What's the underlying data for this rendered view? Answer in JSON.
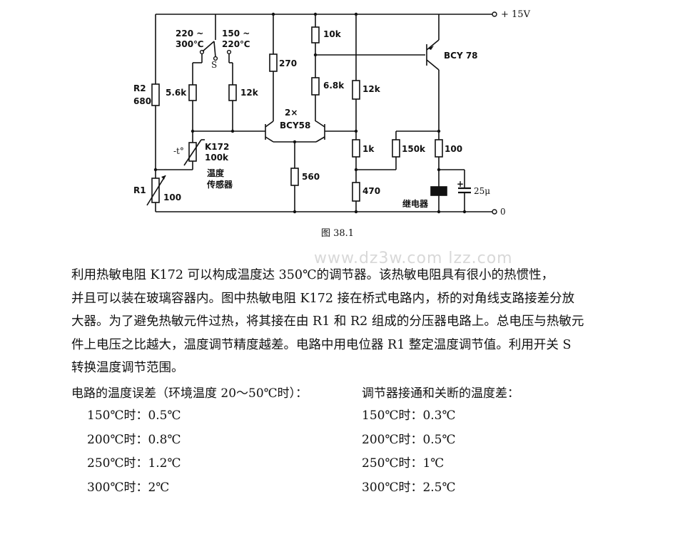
{
  "circuit": {
    "supply_label": "+ 15V",
    "ground_label": "0",
    "figure_caption": "图 38.1",
    "switch_label": "S",
    "switch_pos1_line1": "220 ~",
    "switch_pos1_line2": "300℃",
    "switch_pos2_line1": "150 ~",
    "switch_pos2_line2": "220℃",
    "r2_name": "R2",
    "r2_value": "680",
    "r1_name": "R1",
    "r1_value": "100",
    "res_5_6k": "5.6k",
    "res_12k_a": "12k",
    "res_270": "270",
    "res_10k": "10k",
    "res_6_8k": "6.8k",
    "res_12k_b": "12k",
    "res_1k": "1k",
    "res_470": "470",
    "res_560": "560",
    "res_150k": "150k",
    "res_100": "100",
    "thermistor_temp_symbol": "-t°",
    "thermistor_name": "K172",
    "thermistor_value": "100k",
    "thermistor_desc_line1": "温度",
    "thermistor_desc_line2": "传感器",
    "dual_transistor_line1": "2×",
    "dual_transistor_line2": "BCY58",
    "transistor_bcy78": "BCY 78",
    "relay_label": "继电器",
    "cap_plus": "+",
    "cap_value": "25μ"
  },
  "watermark": "www.dz3w.com  lzz.com",
  "description": {
    "lines": [
      "利用热敏电阻 K172 可以构成温度达 350℃的调节器。该热敏电阻具有很小的热惯性，",
      "并且可以装在玻璃容器内。图中热敏电阻 K172 接在桥式电路内，桥的对角线支路接差分放",
      "大器。为了避免热敏元件过热，将其接在由 R1 和 R2 组成的分压器电路上。总电压与热敏元",
      "件上电压之比越大，温度调节精度越差。电路中用电位器 R1 整定温度调节值。利用开关 S",
      "转换温度调节范围。"
    ]
  },
  "specs": {
    "error_heading": "电路的温度误差（环境温度 20～50℃时）：",
    "error_rows": [
      "150℃时：0.5℃",
      "200℃时：0.8℃",
      "250℃时：1.2℃",
      "300℃时：2℃"
    ],
    "diff_heading": "调节器接通和关断的温度差：",
    "diff_rows": [
      "150℃时：0.3℃",
      "200℃时：0.5℃",
      "250℃时：1℃",
      "300℃时：2.5℃"
    ]
  }
}
